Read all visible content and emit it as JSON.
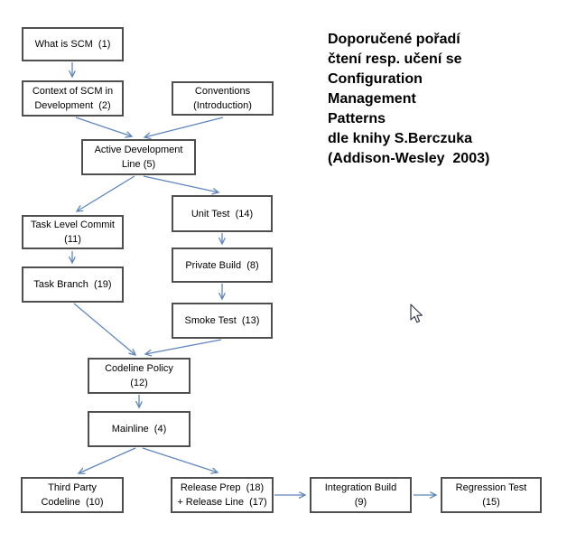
{
  "title": {
    "text": "Doporučené pořadí\nčtení resp. učení se\nConfiguration\nManagement\nPatterns\ndle knihy S.Berczuka\n(Addison-Wesley  2003)"
  },
  "colors": {
    "arrow": "#5f86bd",
    "box_border": "#4f4f4f",
    "text": "#000000",
    "background": "#ffffff"
  },
  "diagram": {
    "boxes": [
      {
        "id": "what-is-scm",
        "lines": [
          "What is SCM  (1)"
        ]
      },
      {
        "id": "context-of-scm",
        "lines": [
          "Context of SCM in",
          "Development  (2)"
        ]
      },
      {
        "id": "conventions",
        "lines": [
          "Conventions",
          "(Introduction)"
        ]
      },
      {
        "id": "active-development-line",
        "lines": [
          "Active Development",
          "Line (5)"
        ]
      },
      {
        "id": "unit-test",
        "lines": [
          "Unit Test  (14)"
        ]
      },
      {
        "id": "task-level-commit",
        "lines": [
          "Task Level Commit",
          "(11)"
        ]
      },
      {
        "id": "task-branch",
        "lines": [
          "Task Branch  (19)"
        ]
      },
      {
        "id": "private-build",
        "lines": [
          "Private Build  (8)"
        ]
      },
      {
        "id": "smoke-test",
        "lines": [
          "Smoke Test  (13)"
        ]
      },
      {
        "id": "codeline-policy",
        "lines": [
          "Codeline Policy",
          "(12)"
        ]
      },
      {
        "id": "mainline",
        "lines": [
          "Mainline  (4)"
        ]
      },
      {
        "id": "third-party-codeline",
        "lines": [
          "Third Party",
          "Codeline  (10)"
        ]
      },
      {
        "id": "release-prep",
        "lines": [
          "Release Prep  (18)",
          "+ Release Line  (17)"
        ]
      },
      {
        "id": "integration-build",
        "lines": [
          "Integration Build",
          "(9)"
        ]
      },
      {
        "id": "regression-test",
        "lines": [
          "Regression Test",
          "(15)"
        ]
      }
    ],
    "edges": [
      {
        "from": "what-is-scm",
        "to": "context-of-scm"
      },
      {
        "from": "context-of-scm",
        "to": "active-development-line"
      },
      {
        "from": "conventions",
        "to": "active-development-line"
      },
      {
        "from": "active-development-line",
        "to": "task-level-commit"
      },
      {
        "from": "active-development-line",
        "to": "unit-test"
      },
      {
        "from": "task-level-commit",
        "to": "task-branch"
      },
      {
        "from": "unit-test",
        "to": "private-build"
      },
      {
        "from": "private-build",
        "to": "smoke-test"
      },
      {
        "from": "task-branch",
        "to": "codeline-policy"
      },
      {
        "from": "smoke-test",
        "to": "codeline-policy"
      },
      {
        "from": "codeline-policy",
        "to": "mainline"
      },
      {
        "from": "mainline",
        "to": "third-party-codeline"
      },
      {
        "from": "mainline",
        "to": "release-prep"
      },
      {
        "from": "release-prep",
        "to": "integration-build"
      },
      {
        "from": "integration-build",
        "to": "regression-test"
      }
    ]
  }
}
